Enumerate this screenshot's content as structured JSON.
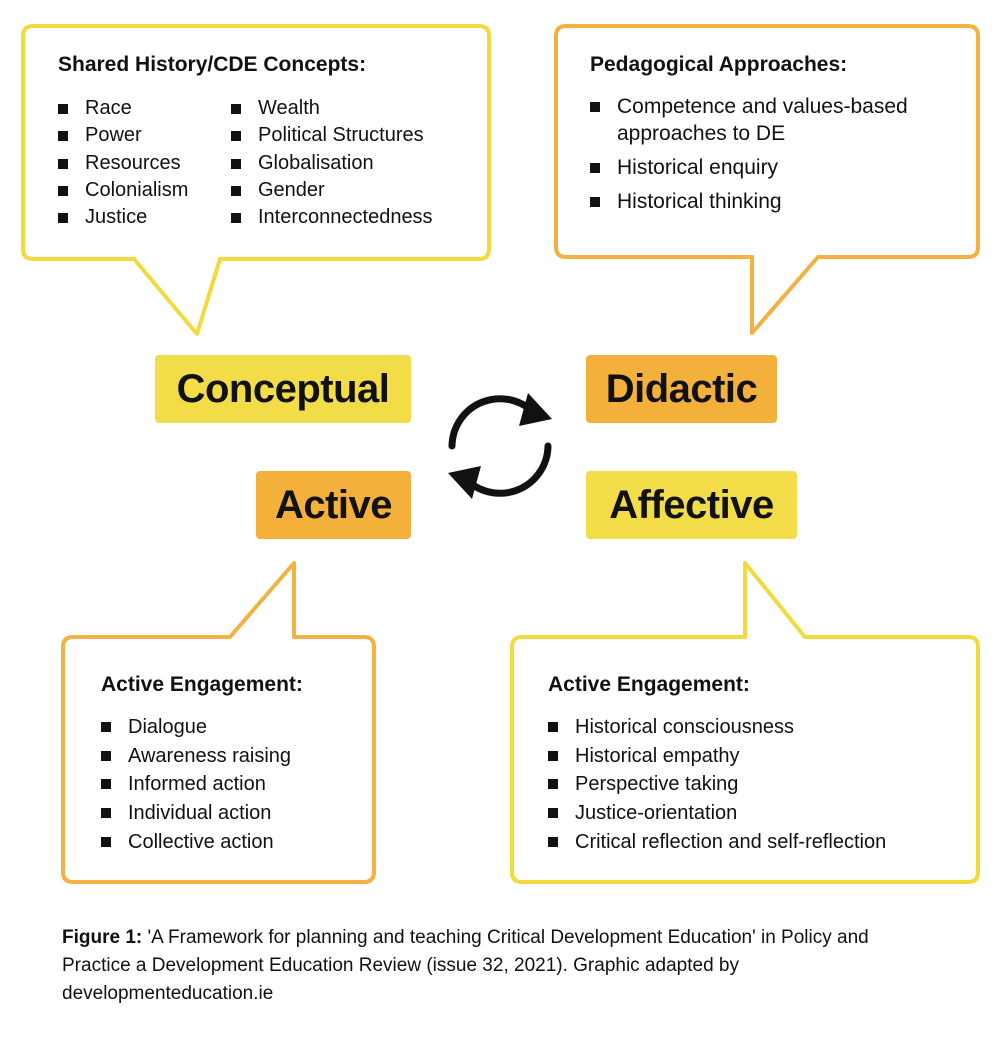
{
  "colors": {
    "yellow": "#F2DD48",
    "orange": "#F3B13C",
    "yellow_outline": "#F2DA3C",
    "orange_outline": "#F2B140",
    "text": "#111111"
  },
  "boxes": {
    "concepts": {
      "title": "Shared History/CDE Concepts:",
      "col1": [
        "Race",
        "Power",
        "Resources",
        "Colonialism",
        "Justice"
      ],
      "col2": [
        "Wealth",
        "Political Structures",
        "Globalisation",
        "Gender",
        "Interconnectedness"
      ]
    },
    "pedagogical": {
      "title": "Pedagogical Approaches:",
      "items": [
        "Competence and values-based approaches to DE",
        "Historical enquiry",
        "Historical thinking"
      ]
    },
    "active_engagement_left": {
      "title": "Active Engagement:",
      "items": [
        "Dialogue",
        "Awareness raising",
        "Informed action",
        "Individual action",
        "Collective action"
      ]
    },
    "active_engagement_right": {
      "title": "Active Engagement:",
      "items": [
        "Historical consciousness",
        "Historical empathy",
        "Perspective taking",
        "Justice-orientation",
        "Critical reflection and self-reflection"
      ]
    }
  },
  "labels": {
    "conceptual": "Conceptual",
    "didactic": "Didactic",
    "active": "Active",
    "affective": "Affective"
  },
  "cycle_icon": "refresh-cycle-icon",
  "caption": {
    "bold": "Figure 1:",
    "text": " 'A Framework for planning and teaching Critical Development Education' in Policy and Practice a Development Education Review (issue 32, 2021). Graphic adapted by developmenteducation.ie"
  }
}
